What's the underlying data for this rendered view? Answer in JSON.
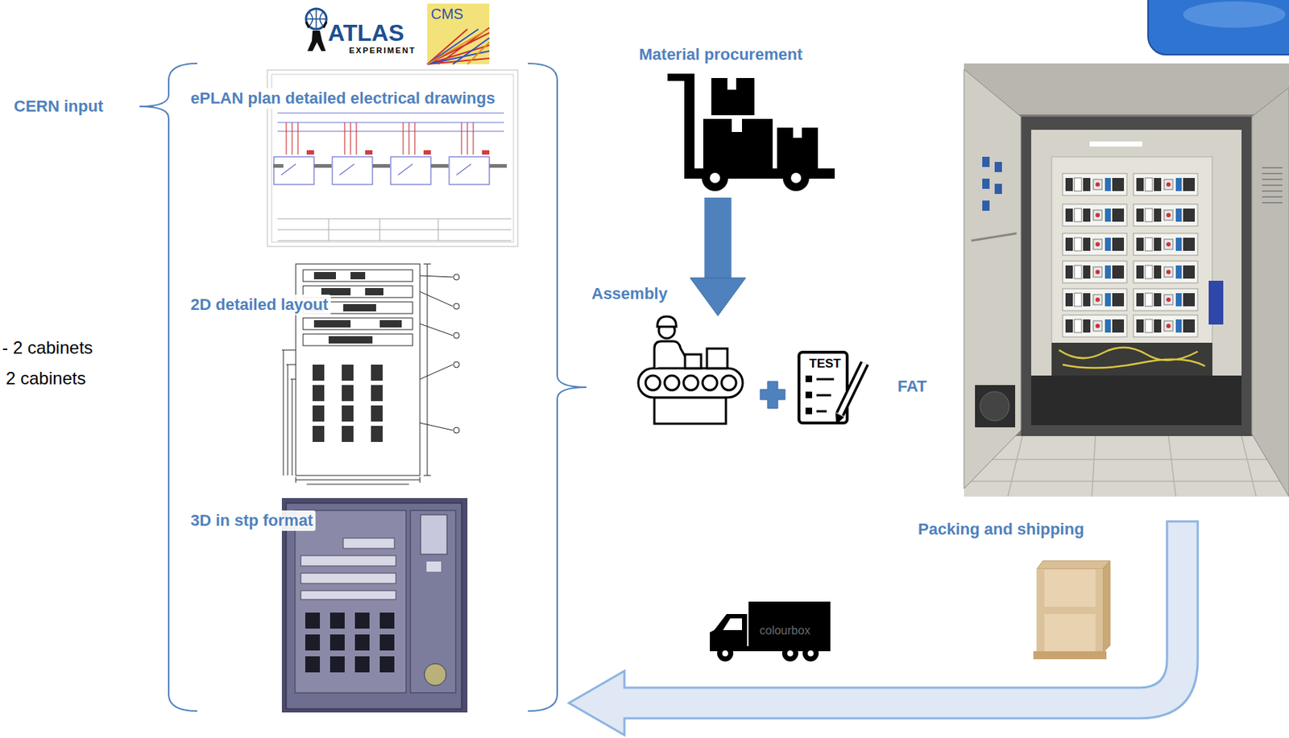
{
  "diagram": {
    "nodes": [
      {
        "text": [
          "ePLAN plan detailed electrical drawings"
        ]
      },
      {
        "text": [
          "2D detailed layout"
        ]
      },
      {
        "text": [
          "3D in stp format"
        ]
      },
      {
        "text": [
          "Material procurement"
        ]
      },
      {
        "text": [
          "Assembly"
        ]
      },
      {
        "text": [
          "Packing and shipping"
        ]
      }
    ],
    "edges": [
      {
        "from": 3,
        "to": 4,
        "arrow": "to"
      }
    ],
    "labels": [
      "CERN input",
      "- 2 cabinets",
      "2 cabinets",
      "ATLAS",
      "EXPERIMENT",
      "CMS",
      "TEST",
      "FAT",
      "colourbox"
    ]
  }
}
